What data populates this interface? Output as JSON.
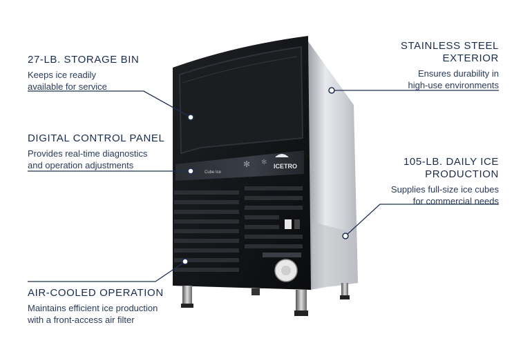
{
  "callouts": {
    "storage_bin": {
      "title": "27-LB. STORAGE BIN",
      "desc_line1": "Keeps ice readily",
      "desc_line2": "available for service"
    },
    "control_panel": {
      "title": "DIGITAL CONTROL PANEL",
      "desc_line1": "Provides real-time diagnostics",
      "desc_line2": "and operation adjustments"
    },
    "air_cooled": {
      "title": "AIR-COOLED OPERATION",
      "desc_line1": "Maintains efficient ice production",
      "desc_line2": "with a front-access air filter"
    },
    "stainless": {
      "title_line1": "STAINLESS STEEL",
      "title_line2": "EXTERIOR",
      "desc_line1": "Ensures durability in",
      "desc_line2": "high-use environments"
    },
    "production": {
      "title_line1": "105-LB. DAILY ICE",
      "title_line2": "PRODUCTION",
      "desc_line1": "Supplies full-size ice cubes",
      "desc_line2": "for commercial needs"
    }
  },
  "product": {
    "brand": "ICETRO",
    "panel_label": "Cube Ice"
  },
  "colors": {
    "text": "#1a2b4c",
    "leader": "#1e2d52",
    "body_black": "#111214",
    "steel": "#c9ccd1"
  }
}
